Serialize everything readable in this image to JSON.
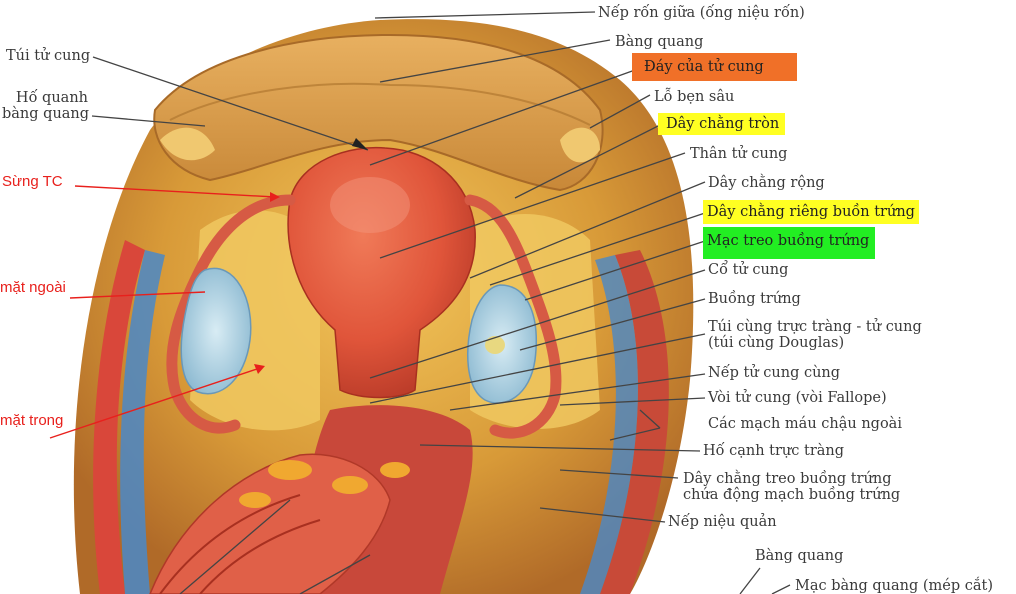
{
  "labels": {
    "nep_ron_giua": "Nếp rốn giữa (ống niệu rốn)",
    "bang_quang_top": "Bàng quang",
    "tui_tu_cung": "Túi tử cung",
    "ho_quanh_bang_quang": "Hố quanh\nbàng quang",
    "day_cua_tu_cung": "Đáy của tử cung",
    "lo_ben_sau": "Lỗ bẹn sâu",
    "day_chang_tron": "Dây chằng tròn",
    "than_tu_cung": "Thân tử cung",
    "sung_tc": "Sừng TC",
    "day_chang_rong": "Dây chằng rộng",
    "day_chang_rieng": "Dây chằng riêng buồn trứng",
    "mac_treo_buong_trung": "Mạc treo buồng trứng",
    "co_tu_cung": "Cổ tử cung",
    "mat_ngoai": "mặt ngoài",
    "buong_trung": "Buồng trứng",
    "tui_cung_truc_trang": "Túi cùng trực tràng - tử cung\n(túi cùng Douglas)",
    "nep_tu_cung_cung": "Nếp tử cung cùng",
    "voi_tu_cung": "Vòi tử cung (vòi Fallope)",
    "mat_trong": "mặt trong",
    "cac_mach_mau": "Các mạch máu chậu ngoài",
    "ho_canh_truc_trang": "Hố cạnh trực tràng",
    "day_chang_treo": "Dây chằng treo buồng trứng\nchứa động mạch buồng trứng",
    "nep_nieu_quan": "Nếp niệu quản",
    "bang_quang_bottom": "Bàng quang",
    "mac_bang_quang": "Mạc bàng quang (mép cắt)"
  },
  "colors": {
    "label_text": "#3a3a3a",
    "red_annotation": "#e8201c",
    "highlight_orange": "#f07028",
    "highlight_yellow": "#ffff22",
    "highlight_green": "#22ee22",
    "uterus": "#e0553a",
    "fat_yellow": "#e8b440",
    "ovary_blue": "#a8cce0"
  }
}
